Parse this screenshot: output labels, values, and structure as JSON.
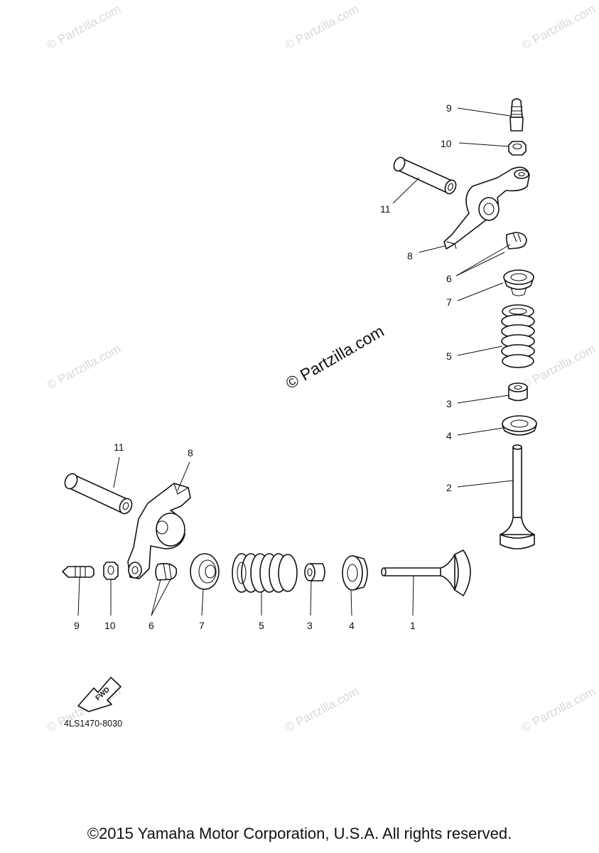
{
  "watermark": "© Partzilla.com",
  "center_watermark": "© Partzilla.com",
  "diagram_code": "4LS1470-8030",
  "fwd_label": "FWD",
  "copyright": "©2015 Yamaha Motor Corporation, U.S.A. All rights reserved.",
  "callouts_right": [
    "9",
    "10",
    "11",
    "8",
    "6",
    "7",
    "5",
    "3",
    "4",
    "2"
  ],
  "callouts_left_top": [
    "11",
    "8"
  ],
  "callouts_bottom": [
    "9",
    "10",
    "6",
    "7",
    "5",
    "3",
    "4",
    "1"
  ]
}
